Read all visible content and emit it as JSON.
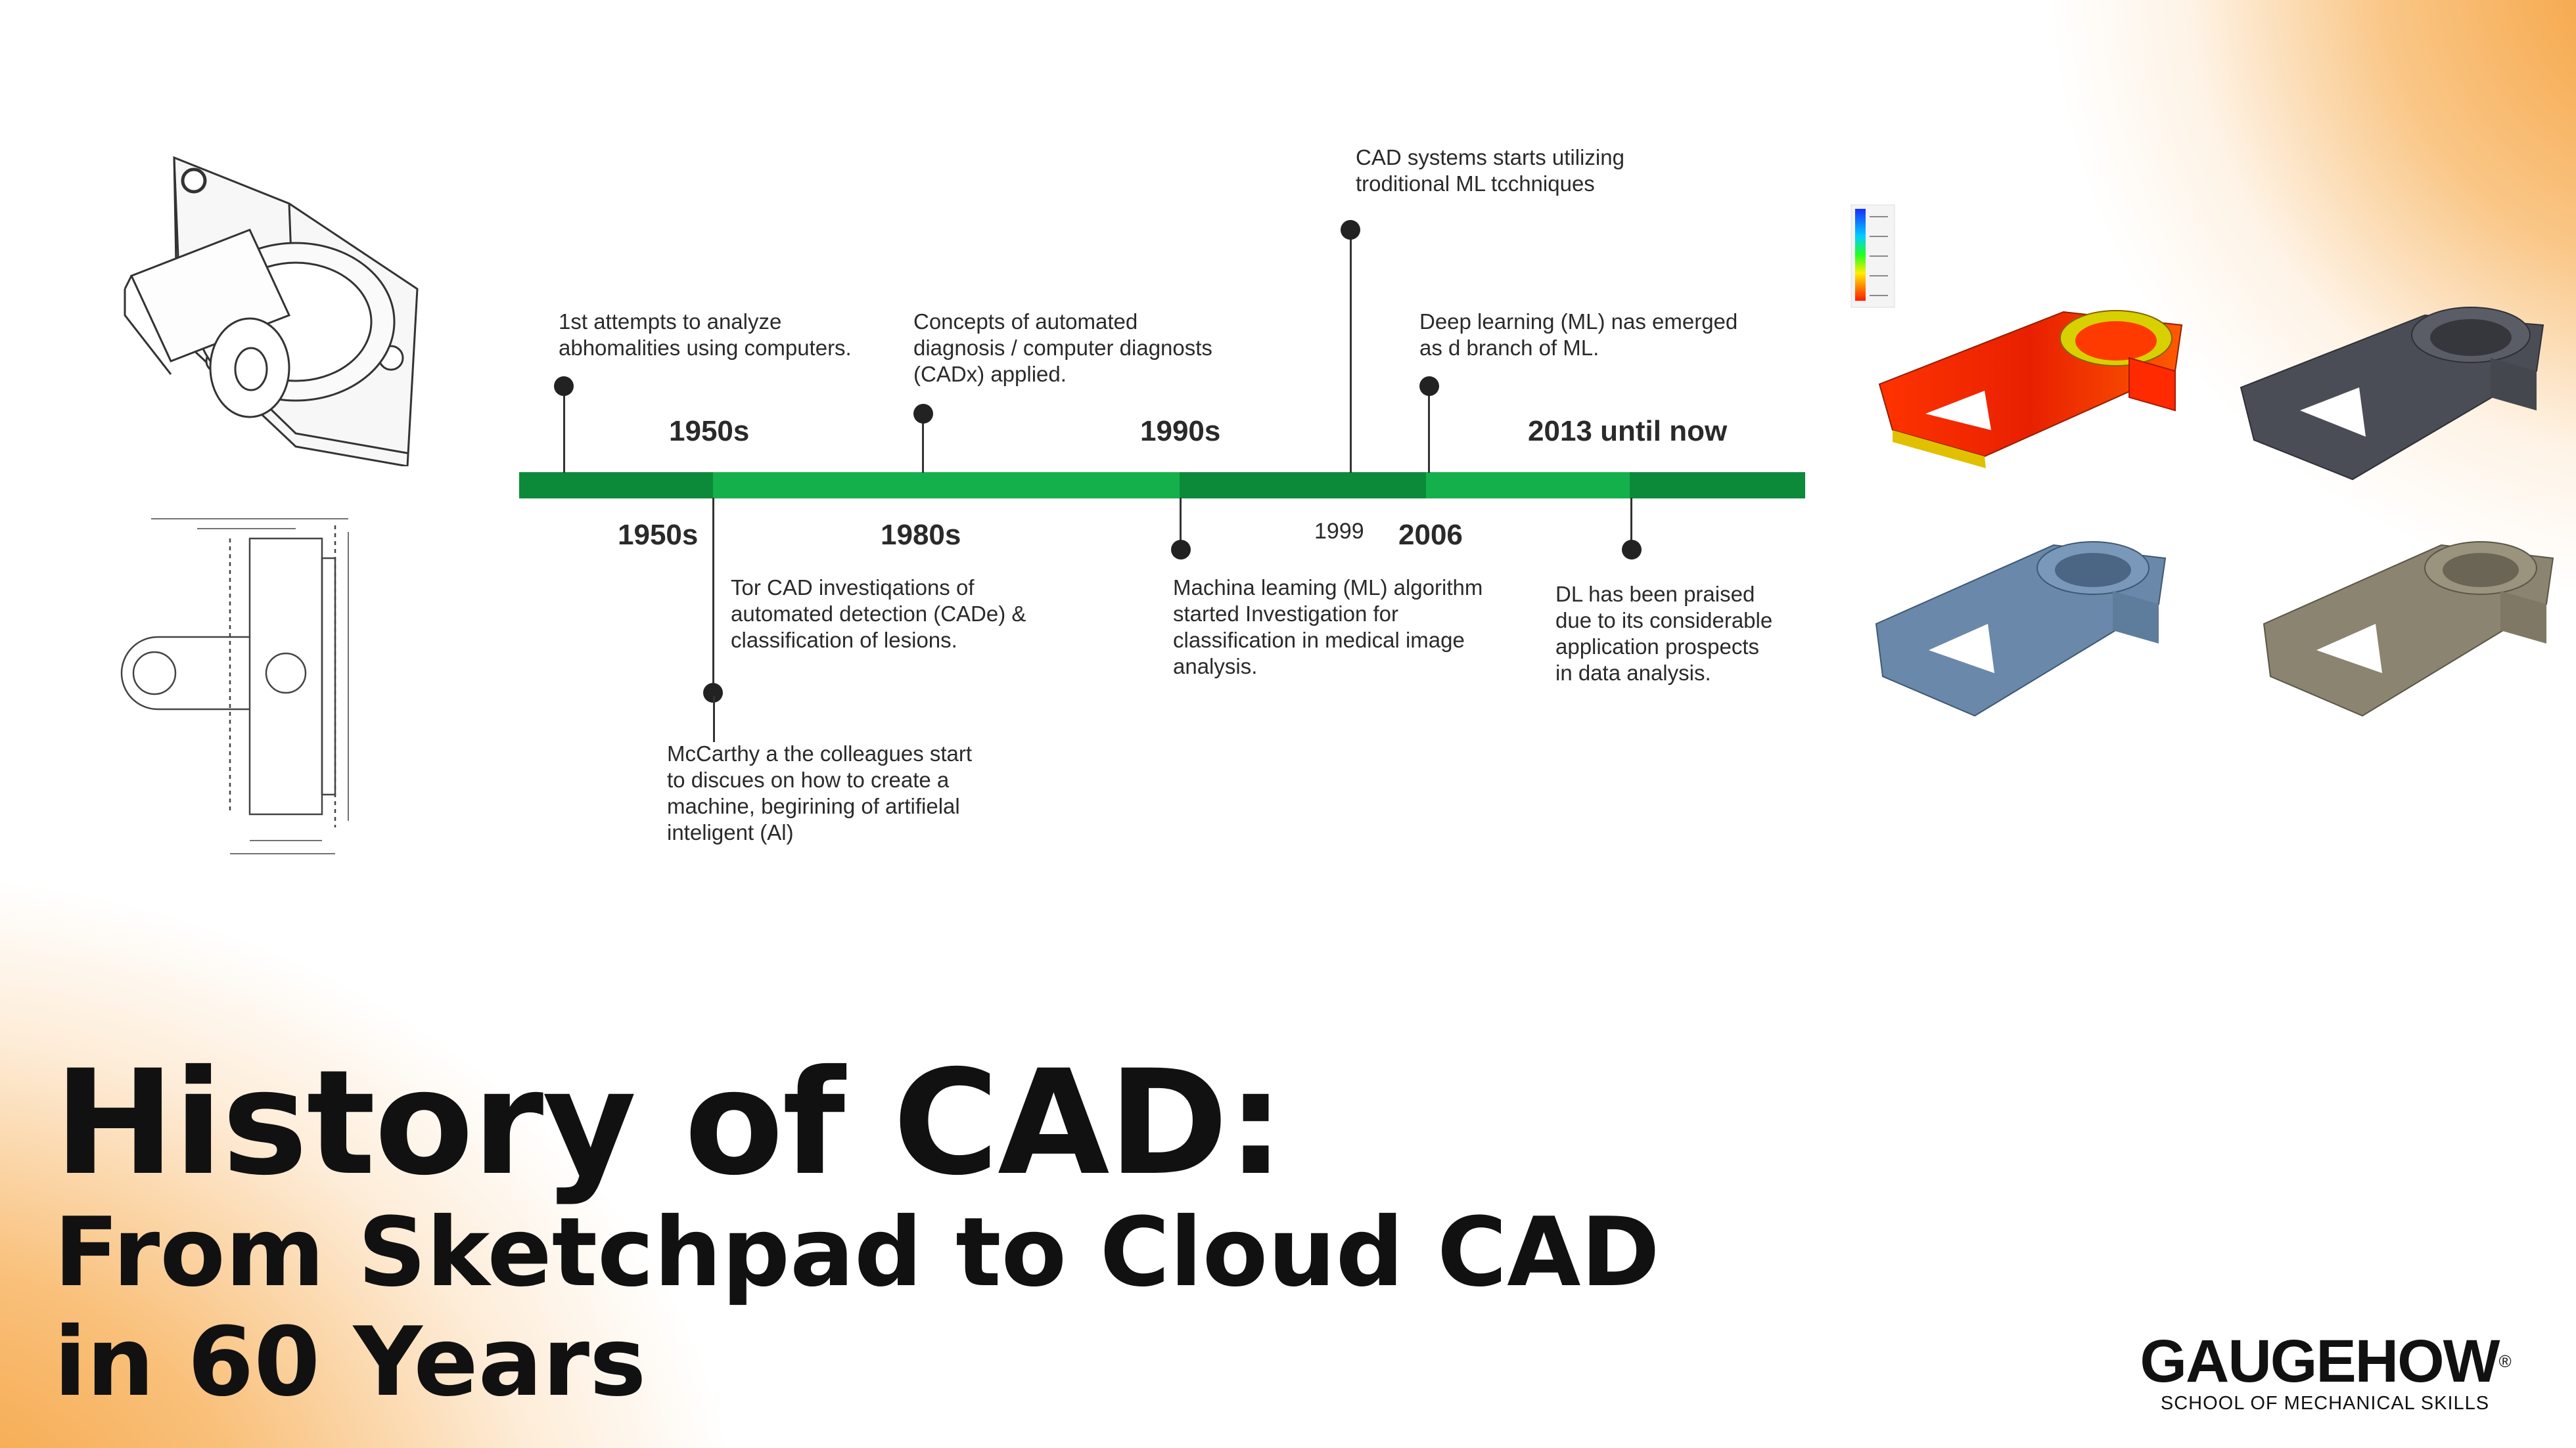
{
  "timeline": {
    "top_events": [
      {
        "text": "1st attempts to analyze\nabhomalities using computers."
      },
      {
        "text": "Concepts of automated\ndiagnosis / computer diagnosts\n(CADx) applied."
      },
      {
        "text": "CAD systems starts utilizing\ntroditional ML tcchniques"
      },
      {
        "text": "Deep learning (ML) nas emerged\nas d branch of ML."
      }
    ],
    "bottom_events": [
      {
        "text": "Tor CAD investiqations of\nautomated detection (CADe) &\nclassification of lesions."
      },
      {
        "text": "McCarthy a the colleagues start\nto discues on how to create a\nmachine, begirining of artifielal\ninteligent (Al)"
      },
      {
        "text": "Machina leaming (ML) algorithm\nstarted Investigation for\nclassification in medical image\nanalysis."
      },
      {
        "text": "DL has been praised\ndue to its considerable\napplication prospects\nin data analysis."
      }
    ],
    "upper_eras": [
      "1950s",
      "1990s",
      "2013 until now"
    ],
    "lower_eras": [
      "1950s",
      "1980s",
      "2006"
    ],
    "small_year": "1999",
    "bar_colors": {
      "dark": "#0c8a3a",
      "light": "#14b04c"
    }
  },
  "title": {
    "line1": "History of CAD:",
    "line2": "From Sketchpad to Cloud CAD",
    "line3": "in 60 Years"
  },
  "brand": {
    "name": "GAUGEHOW",
    "tagline": "SCHOOL OF MECHANICAL SKILLS",
    "mark": "®"
  },
  "colors": {
    "accent_orange": "#f4962a",
    "timeline_green": "#14b04c"
  }
}
